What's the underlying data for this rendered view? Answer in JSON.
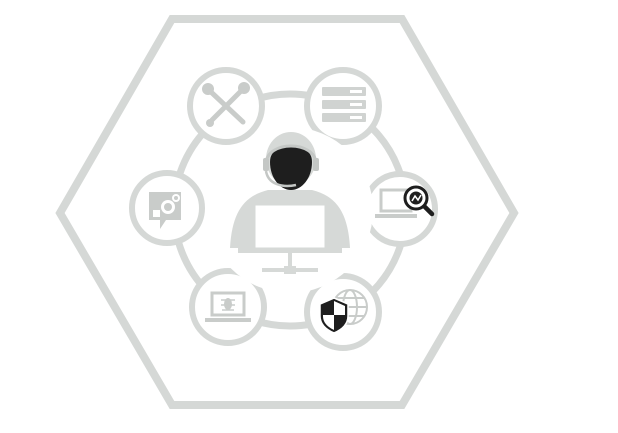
{
  "diagram": {
    "colors": {
      "outline": "#d5d8d6",
      "icon_light": "#d6d9d7",
      "icon_mid": "#c9ccca",
      "icon_dark": "#1e1e1e",
      "background": "#ffffff"
    },
    "center": {
      "icon": "support-technician-icon"
    },
    "satellites": [
      {
        "id": "tools",
        "icon": "wrench-screwdriver-icon",
        "highlight": false
      },
      {
        "id": "servers",
        "icon": "server-rack-icon",
        "highlight": false
      },
      {
        "id": "laptop-search",
        "icon": "magnifier-chart-icon",
        "highlight": true
      },
      {
        "id": "security",
        "icon": "shield-globe-icon",
        "highlight": true
      },
      {
        "id": "laptop-bug",
        "icon": "laptop-bug-icon",
        "highlight": false
      },
      {
        "id": "settings-chat",
        "icon": "gear-chat-icon",
        "highlight": false
      }
    ]
  }
}
